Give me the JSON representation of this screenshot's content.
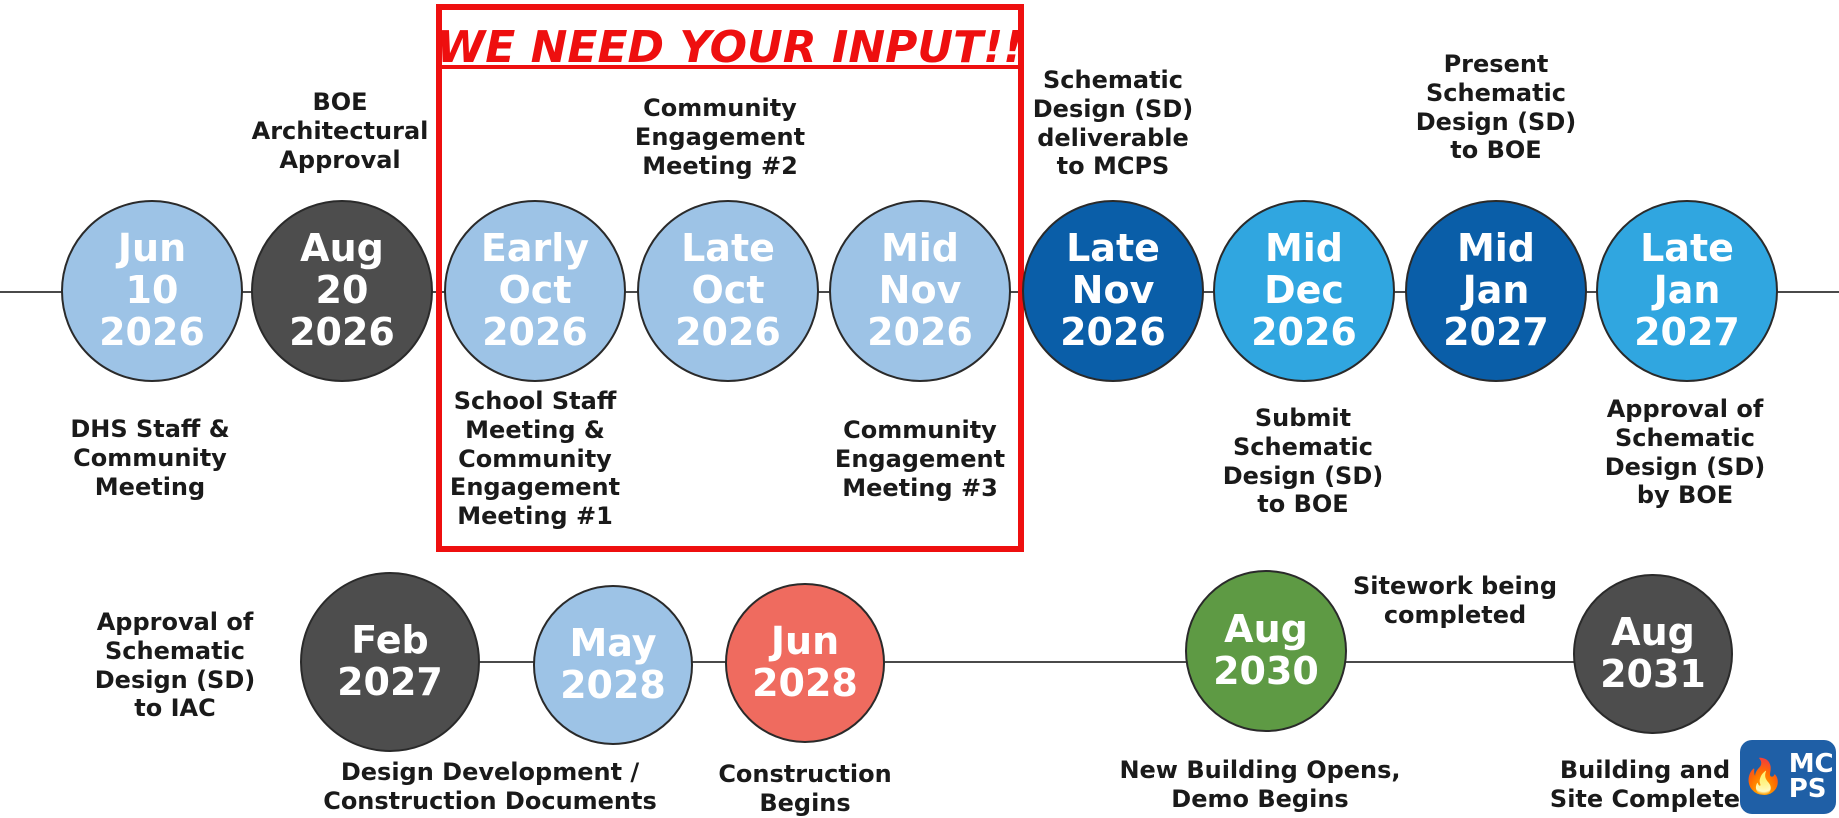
{
  "banner": "WE NEED YOUR INPUT!!",
  "colors": {
    "light_blue": "#9dc3e6",
    "dark_gray": "#4d4d4d",
    "dark_blue": "#0a5ea8",
    "sky_blue": "#30a6e0",
    "mid_blue": "#1582d0",
    "salmon": "#ef6b5f",
    "green": "#5e9a44",
    "red_border": "#ee0f0f"
  },
  "top_milestones": [
    {
      "date": [
        "Jun",
        "10",
        "2026"
      ],
      "label": "DHS Staff & Community Meeting",
      "label_lines": [
        "DHS Staff &",
        "Community",
        "Meeting"
      ],
      "color": "light_blue"
    },
    {
      "date": [
        "Aug",
        "20",
        "2026"
      ],
      "label_lines": [
        "BOE",
        "Architectural",
        "Approval"
      ],
      "color": "dark_gray"
    },
    {
      "date": [
        "Early",
        "Oct",
        "2026"
      ],
      "label_lines": [
        "School Staff",
        "Meeting &",
        "Community",
        "Engagement",
        "Meeting #1"
      ],
      "color": "light_blue"
    },
    {
      "date": [
        "Late",
        "Oct",
        "2026"
      ],
      "label_lines": [
        "Community",
        "Engagement",
        "Meeting #2"
      ],
      "color": "light_blue"
    },
    {
      "date": [
        "Mid",
        "Nov",
        "2026"
      ],
      "label_lines": [
        "Community",
        "Engagement",
        "Meeting #3"
      ],
      "color": "light_blue"
    },
    {
      "date": [
        "Late",
        "Nov",
        "2026"
      ],
      "label_lines": [
        "Schematic",
        "Design (SD)",
        "deliverable",
        "to MCPS"
      ],
      "color": "dark_blue"
    },
    {
      "date": [
        "Mid",
        "Dec",
        "2026"
      ],
      "label_lines": [
        "Submit",
        "Schematic",
        "Design (SD)",
        "to BOE"
      ],
      "color": "sky_blue"
    },
    {
      "date": [
        "Mid",
        "Jan",
        "2027"
      ],
      "label_lines": [
        "Present",
        "Schematic",
        "Design (SD)",
        "to BOE"
      ],
      "color": "dark_blue"
    },
    {
      "date": [
        "Late",
        "Jan",
        "2027"
      ],
      "label_lines": [
        "Approval of",
        "Schematic",
        "Design (SD)",
        "by BOE"
      ],
      "color": "sky_blue"
    }
  ],
  "bottom_milestones": [
    {
      "date": [
        "Feb",
        "2027"
      ],
      "label_lines": [
        "Approval of",
        "Schematic",
        "Design (SD)",
        "to IAC"
      ],
      "color": "dark_gray"
    },
    {
      "date": [
        "May",
        "2028"
      ],
      "label_lines": [
        "Design Development /",
        "Construction Documents"
      ],
      "color": "light_blue"
    },
    {
      "date": [
        "Jun",
        "2028"
      ],
      "label_lines": [
        "Construction",
        "Begins"
      ],
      "color": "salmon"
    },
    {
      "date": [
        "Aug",
        "2030"
      ],
      "label_lines": [
        "New Building Opens,",
        "Demo Begins"
      ],
      "color": "green"
    },
    {
      "date": [
        "Aug",
        "2031"
      ],
      "label_lines": [
        "Building and",
        "Site Complete"
      ],
      "color": "dark_gray"
    }
  ],
  "between_label_lines": [
    "Sitework being",
    "completed"
  ],
  "logo": {
    "text_lines": [
      "MC",
      "PS"
    ],
    "icon": "flame-icon"
  }
}
